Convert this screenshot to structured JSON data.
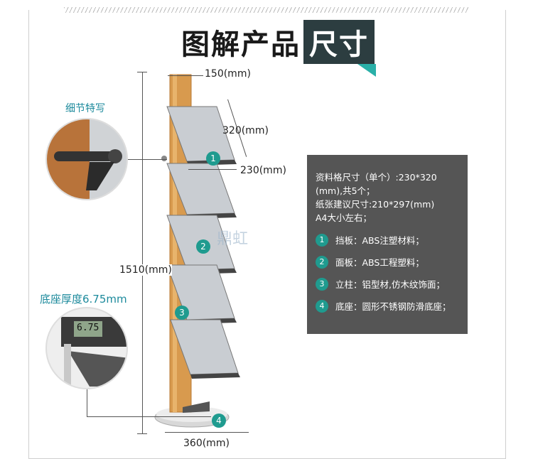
{
  "title": {
    "part1": "图解产品",
    "part2": "尺寸"
  },
  "dimensions": {
    "top_width": "150(mm)",
    "tray_height": "320(mm)",
    "tray_width": "230(mm)",
    "total_height": "1510(mm)",
    "base_width": "360(mm)"
  },
  "detail": {
    "label": "细节特写",
    "base_label": "底座厚度6.75mm",
    "caliper_reading": "6.75"
  },
  "badges": [
    "1",
    "2",
    "3",
    "4"
  ],
  "watermark": "鼎虹",
  "specs": {
    "line1": "资料格尺寸（单个）:230*320",
    "line2": "(mm),共5个；",
    "line3": "纸张建议尺寸:210*297(mm)",
    "line4": "A4大小左右；",
    "items": [
      {
        "num": "1",
        "text": "挡板：ABS注塑材料；"
      },
      {
        "num": "2",
        "text": "面板：ABS工程塑料；"
      },
      {
        "num": "3",
        "text": "立柱：铝型材,仿木纹饰面；"
      },
      {
        "num": "4",
        "text": "底座：圆形不锈钢防滑底座；"
      }
    ]
  }
}
